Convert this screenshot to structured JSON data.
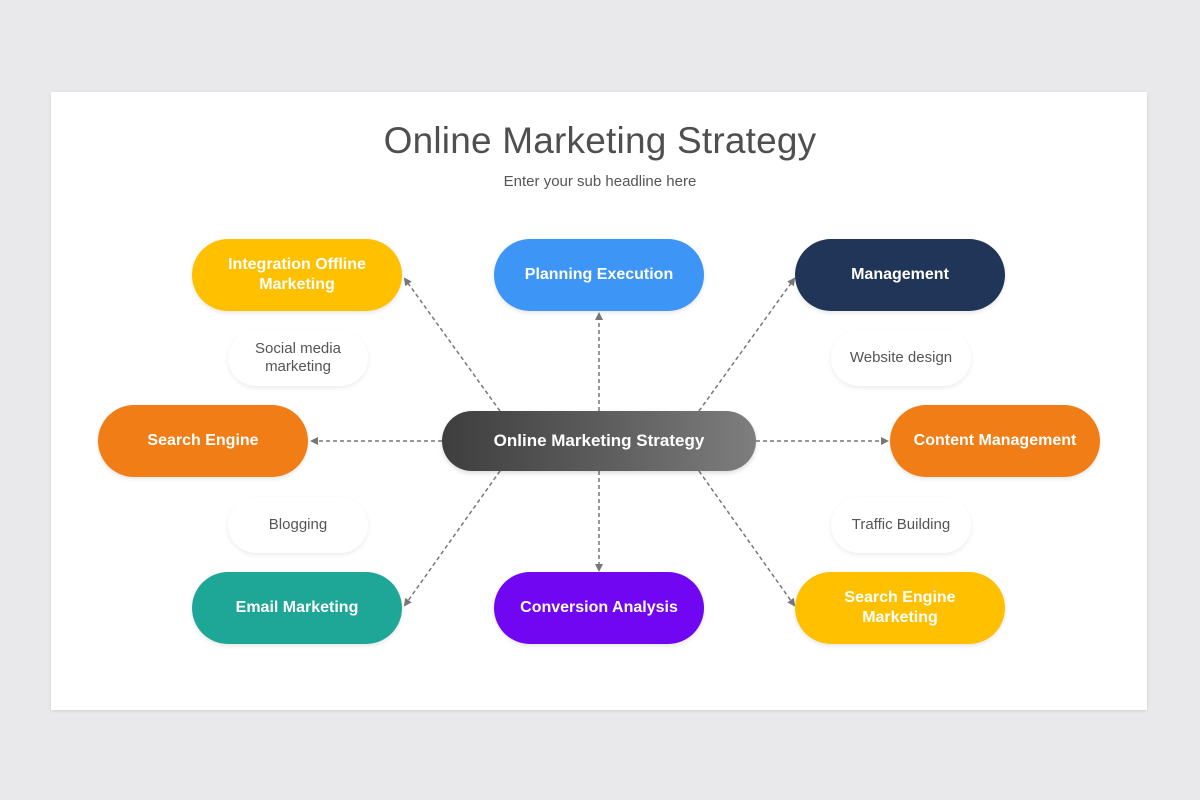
{
  "title": "Online Marketing Strategy",
  "subtitle": "Enter your sub headline here",
  "center": {
    "label": "Online Marketing Strategy"
  },
  "nodes": {
    "integration": {
      "label": "Integration Offline Marketing",
      "color": "#FFC000"
    },
    "planning": {
      "label": "Planning Execution",
      "color": "#3D95F5"
    },
    "management": {
      "label": "Management",
      "color": "#203558"
    },
    "search_engine": {
      "label": "Search Engine",
      "color": "#F07D16"
    },
    "content_management": {
      "label": "Content Management",
      "color": "#F07D16"
    },
    "email_marketing": {
      "label": "Email Marketing",
      "color": "#1EA697"
    },
    "conversion_analysis": {
      "label": "Conversion Analysis",
      "color": "#7106F2"
    },
    "sem": {
      "label": "Search Engine Marketing",
      "color": "#FFC000"
    }
  },
  "tags": {
    "social_media": "Social media marketing",
    "website_design": "Website design",
    "blogging": "Blogging",
    "traffic_building": "Traffic Building"
  },
  "colors": {
    "background": "#E9E8EA",
    "slide": "#FFFFFF",
    "connector": "#777777"
  }
}
